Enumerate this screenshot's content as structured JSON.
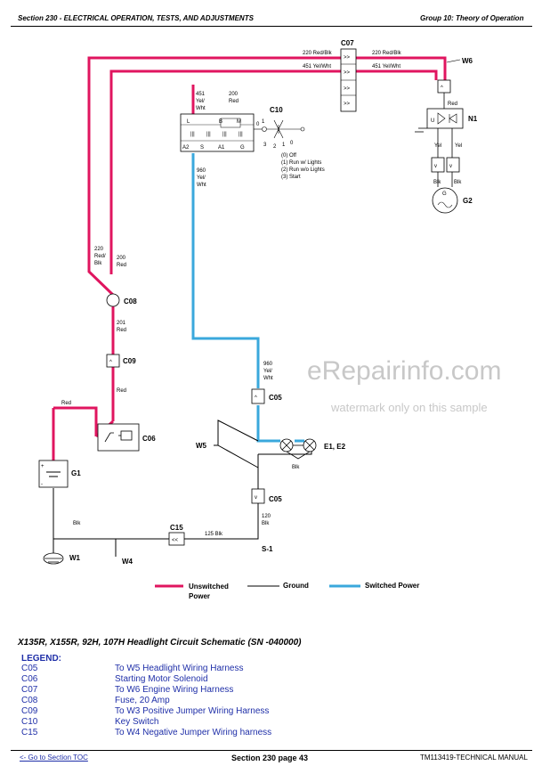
{
  "header": {
    "section": "Section 230 - ELECTRICAL OPERATION, TESTS, AND ADJUSTMENTS",
    "group": "Group 10: Theory of Operation"
  },
  "schematic": {
    "components": {
      "c07": "C07",
      "w6": "W6",
      "n1": "N1",
      "g2": "G2",
      "c10": "C10",
      "c08": "C08",
      "c09": "C09",
      "c06": "C06",
      "g1": "G1",
      "w1": "W1",
      "w4": "W4",
      "c15": "C15",
      "c05a": "C05",
      "c05b": "C05",
      "w5": "W5",
      "e1e2": "E1, E2",
      "s1": "S-1"
    },
    "wire_labels": {
      "w220_top": "220 Red/Blk",
      "w451_top": "451 Yel/Wht",
      "w220_right": "220 Red/Blk",
      "w451_right": "451 Yel/Wht",
      "w451_sw_1": "451",
      "w451_sw_2": "Yel/",
      "w451_sw_3": "Wht",
      "w200_sw_1": "200",
      "w200_sw_2": "Red",
      "n1_red": "Red",
      "n1_yel_l": "Yel",
      "n1_yel_r": "Yel",
      "g2_blk_l": "Blk",
      "g2_blk_r": "Blk",
      "w960_a_1": "960",
      "w960_a_2": "Yel/",
      "w960_a_3": "Wht",
      "w220_left_1": "220",
      "w220_left_2": "Red/",
      "w220_left_3": "Blk",
      "w200_left_1": "200",
      "w200_left_2": "Red",
      "w201_1": "201",
      "w201_2": "Red",
      "red_c09": "Red",
      "red_left": "Red",
      "w960_b_1": "960",
      "w960_b_2": "Yel/",
      "w960_b_3": "Wht",
      "blk_lamp": "Blk",
      "w120_1": "120",
      "w120_2": "Blk",
      "blk_g1": "Blk",
      "w125": "125 Blk"
    },
    "switch": {
      "terminals_top": [
        "L",
        "B",
        "M"
      ],
      "terminals_bottom": [
        "A2",
        "S",
        "A1",
        "G"
      ],
      "pos_upper": [
        "0",
        "1"
      ],
      "pos_lower": [
        "3",
        "2",
        "1",
        "0"
      ],
      "positions": [
        "(0) Off",
        "(1) Run w/ Lights",
        "(2) Run w/o Lights",
        "(3) Start"
      ]
    },
    "key_legend": {
      "unswitched_1": "Unswitched",
      "unswitched_2": "Power",
      "ground": "Ground",
      "switched": "Switched Power"
    },
    "colors": {
      "unswitched": "#e0155f",
      "switched": "#3aa8dc",
      "ground": "#000000"
    }
  },
  "watermark": {
    "line1": "eRepairinfo.com",
    "line2": "watermark only on this sample"
  },
  "caption": "X135R, X155R, 92H, 107H Headlight Circuit Schematic (SN -040000)",
  "legend": {
    "title": "LEGEND:",
    "items": [
      {
        "code": "C05",
        "desc": "To W5 Headlight Wiring Harness"
      },
      {
        "code": "C06",
        "desc": "Starting Motor Solenoid"
      },
      {
        "code": "C07",
        "desc": "To W6 Engine Wiring Harness"
      },
      {
        "code": "C08",
        "desc": "Fuse, 20 Amp"
      },
      {
        "code": "C09",
        "desc": "To W3 Positive Jumper Wiring Harness"
      },
      {
        "code": "C10",
        "desc": "Key Switch"
      },
      {
        "code": "C15",
        "desc": "To W4 Negative Jumper Wiring harness"
      }
    ]
  },
  "footer": {
    "link": "<- Go to Section TOC",
    "page": "Section 230 page 43",
    "manual": "TM113419-TECHNICAL MANUAL"
  }
}
